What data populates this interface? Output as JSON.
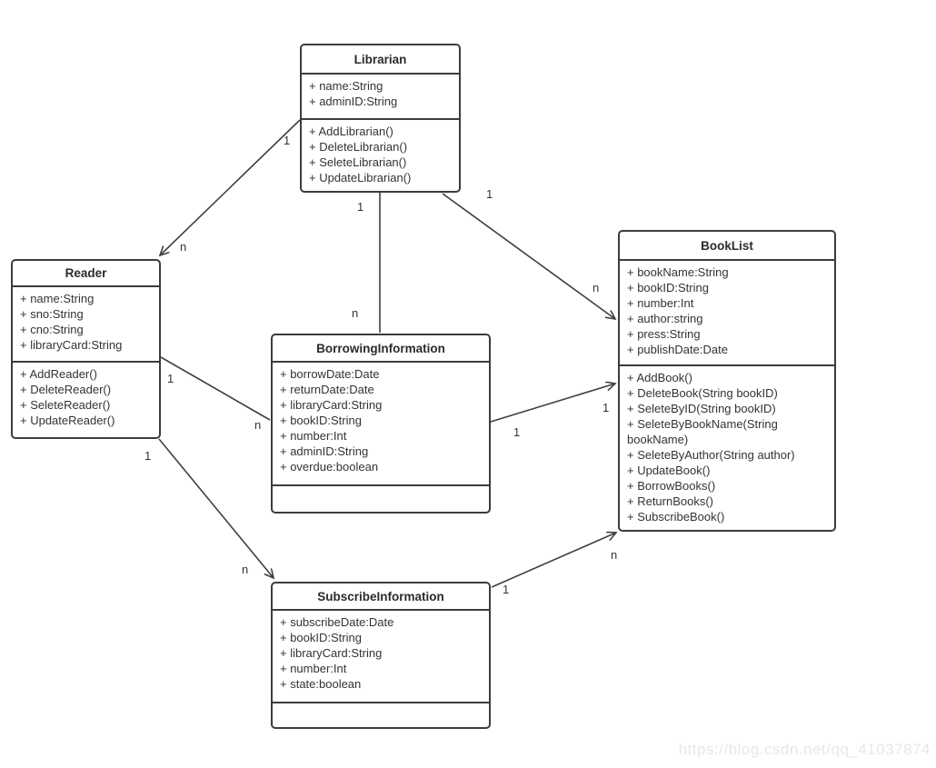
{
  "diagram": {
    "classes": [
      {
        "name": "Librarian",
        "attributes": [
          "+ name:String",
          "+ adminID:String"
        ],
        "methods": [
          "+ AddLibrarian()",
          "+ DeleteLibrarian()",
          "+ SeleteLibrarian()",
          "+ UpdateLibrarian()"
        ]
      },
      {
        "name": "Reader",
        "attributes": [
          "+ name:String",
          "+ sno:String",
          "+ cno:String",
          "+ libraryCard:String"
        ],
        "methods": [
          "+ AddReader()",
          "+ DeleteReader()",
          "+ SeleteReader()",
          "+ UpdateReader()"
        ]
      },
      {
        "name": "BorrowingInformation",
        "attributes": [
          "+ borrowDate:Date",
          "+ returnDate:Date",
          "+ libraryCard:String",
          "+ bookID:String",
          "+ number:Int",
          "+ adminID:String",
          "+ overdue:boolean"
        ],
        "methods": []
      },
      {
        "name": "BookList",
        "attributes": [
          "+ bookName:String",
          "+ bookID:String",
          "+ number:Int",
          "+ author:string",
          "+ press:String",
          "+ publishDate:Date"
        ],
        "methods": [
          "+ AddBook()",
          "+ DeleteBook(String bookID)",
          "+ SeleteByID(String bookID)",
          "+ SeleteByBookName(String bookName)",
          "+ SeleteByAuthor(String author)",
          "+ UpdateBook()",
          "+ BorrowBooks()",
          "+ ReturnBooks()",
          "+ SubscribeBook()"
        ]
      },
      {
        "name": "SubscribeInformation",
        "attributes": [
          "+ subscribeDate:Date",
          "+ bookID:String",
          "+ libraryCard:String",
          "+ number:Int",
          "+ state:boolean"
        ],
        "methods": []
      }
    ],
    "connections": [
      {
        "from": "Librarian",
        "to": "Reader",
        "from_label": "1",
        "to_label": "n",
        "arrow": "open"
      },
      {
        "from": "Librarian",
        "to": "BorrowingInformation",
        "from_label": "1",
        "to_label": "n",
        "arrow": "none"
      },
      {
        "from": "Librarian",
        "to": "BookList",
        "from_label": "1",
        "to_label": "n",
        "arrow": "open"
      },
      {
        "from": "Reader",
        "to": "BorrowingInformation",
        "from_label": "1",
        "to_label": "n",
        "arrow": "none"
      },
      {
        "from": "BorrowingInformation",
        "to": "BookList",
        "from_label": "1",
        "to_label": "1",
        "arrow": "open"
      },
      {
        "from": "Reader",
        "to": "SubscribeInformation",
        "from_label": "1",
        "to_label": "n",
        "arrow": "open"
      },
      {
        "from": "SubscribeInformation",
        "to": "BookList",
        "from_label": "1",
        "to_label": "n",
        "arrow": "open"
      }
    ],
    "colors": {
      "line": "#3f3f3f",
      "border": "#3c3c3c",
      "text": "#333333",
      "background": "#ffffff",
      "watermark": "#e7e7e7"
    }
  },
  "watermark": "https://blog.csdn.net/qq_41037874"
}
